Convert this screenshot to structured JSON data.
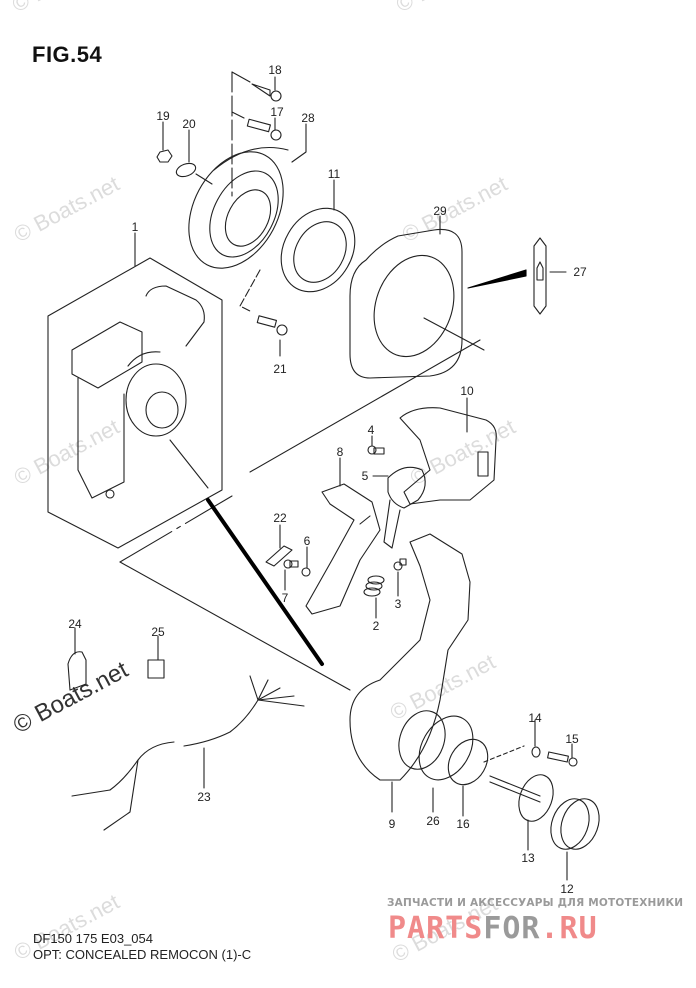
{
  "figure": {
    "title": "FIG.54",
    "model_code": "DF150 175 E03_054",
    "description": "OPT: CONCEALED REMOCON (1)-C"
  },
  "callouts": [
    {
      "id": "1",
      "label": "1"
    },
    {
      "id": "2",
      "label": "2"
    },
    {
      "id": "3",
      "label": "3"
    },
    {
      "id": "4",
      "label": "4"
    },
    {
      "id": "5",
      "label": "5"
    },
    {
      "id": "6",
      "label": "6"
    },
    {
      "id": "7",
      "label": "7"
    },
    {
      "id": "8",
      "label": "8"
    },
    {
      "id": "9",
      "label": "9"
    },
    {
      "id": "10",
      "label": "10"
    },
    {
      "id": "11",
      "label": "11"
    },
    {
      "id": "12",
      "label": "12"
    },
    {
      "id": "13",
      "label": "13"
    },
    {
      "id": "14",
      "label": "14"
    },
    {
      "id": "15",
      "label": "15"
    },
    {
      "id": "16",
      "label": "16"
    },
    {
      "id": "17",
      "label": "17"
    },
    {
      "id": "18",
      "label": "18"
    },
    {
      "id": "19",
      "label": "19"
    },
    {
      "id": "20",
      "label": "20"
    },
    {
      "id": "21",
      "label": "21"
    },
    {
      "id": "22",
      "label": "22"
    },
    {
      "id": "23",
      "label": "23"
    },
    {
      "id": "24",
      "label": "24"
    },
    {
      "id": "25",
      "label": "25"
    },
    {
      "id": "26",
      "label": "26"
    },
    {
      "id": "27",
      "label": "27"
    },
    {
      "id": "28",
      "label": "28"
    },
    {
      "id": "29",
      "label": "29"
    }
  ],
  "watermarks": {
    "text": "© Boats.net"
  },
  "branding": {
    "tagline": "ЗАПЧАСТИ И АКСЕССУАРЫ ДЛЯ МОТОТЕХНИКИ",
    "logo_part1": "PARTS",
    "logo_part2": "FOR",
    "logo_part3": ".RU",
    "colors": {
      "accent_red": "#f08a8a",
      "accent_gray": "#9a9a9a"
    }
  }
}
